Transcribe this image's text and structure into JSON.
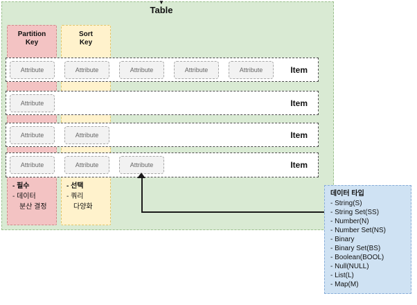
{
  "table": {
    "label": "Table",
    "arrow_icon": "▼"
  },
  "partition_column": {
    "label_line1": "Partition",
    "label_line2": "Key",
    "notes": [
      "- 필수",
      "- 데이터",
      "분산 결정"
    ]
  },
  "sort_column": {
    "label_line1": "Sort",
    "label_line2": "Key",
    "notes": [
      "- 선택",
      "- 쿼리",
      "다양화"
    ]
  },
  "rows": [
    {
      "attributes": [
        "Attribute",
        "Attribute",
        "Attribute",
        "Attribute",
        "Attribute"
      ],
      "item_label": "Item"
    },
    {
      "attributes": [
        "Attribute"
      ],
      "item_label": "Item"
    },
    {
      "attributes": [
        "Attribute",
        "Attribute"
      ],
      "item_label": "Item"
    },
    {
      "attributes": [
        "Attribute",
        "Attribute",
        "Attribute"
      ],
      "item_label": "Item"
    }
  ],
  "datatype_box": {
    "title": "데이터 타입",
    "items": [
      "- String(S)",
      "- String Set(SS)",
      "- Number(N)",
      "- Number Set(NS)",
      "- Binary",
      "- Binary Set(BS)",
      "- Boolean(BOOL)",
      "- Null(NULL)",
      "- List(L)",
      "- Map(M)"
    ]
  },
  "colors": {
    "table_fill": "#d9ead3",
    "table_border": "#9bbf8d",
    "partition_fill": "#f3c3c3",
    "partition_border": "#cf8a8a",
    "sort_fill": "#fff2cc",
    "sort_border": "#e2c568",
    "attribute_fill": "#f2f2f2",
    "attribute_border": "#a6a6a6",
    "item_row_fill": "#ffffff",
    "item_row_border": "#4a4a4a",
    "datatype_fill": "#cfe2f3",
    "datatype_border": "#86acd8",
    "arrow": "#1a1a1a"
  }
}
